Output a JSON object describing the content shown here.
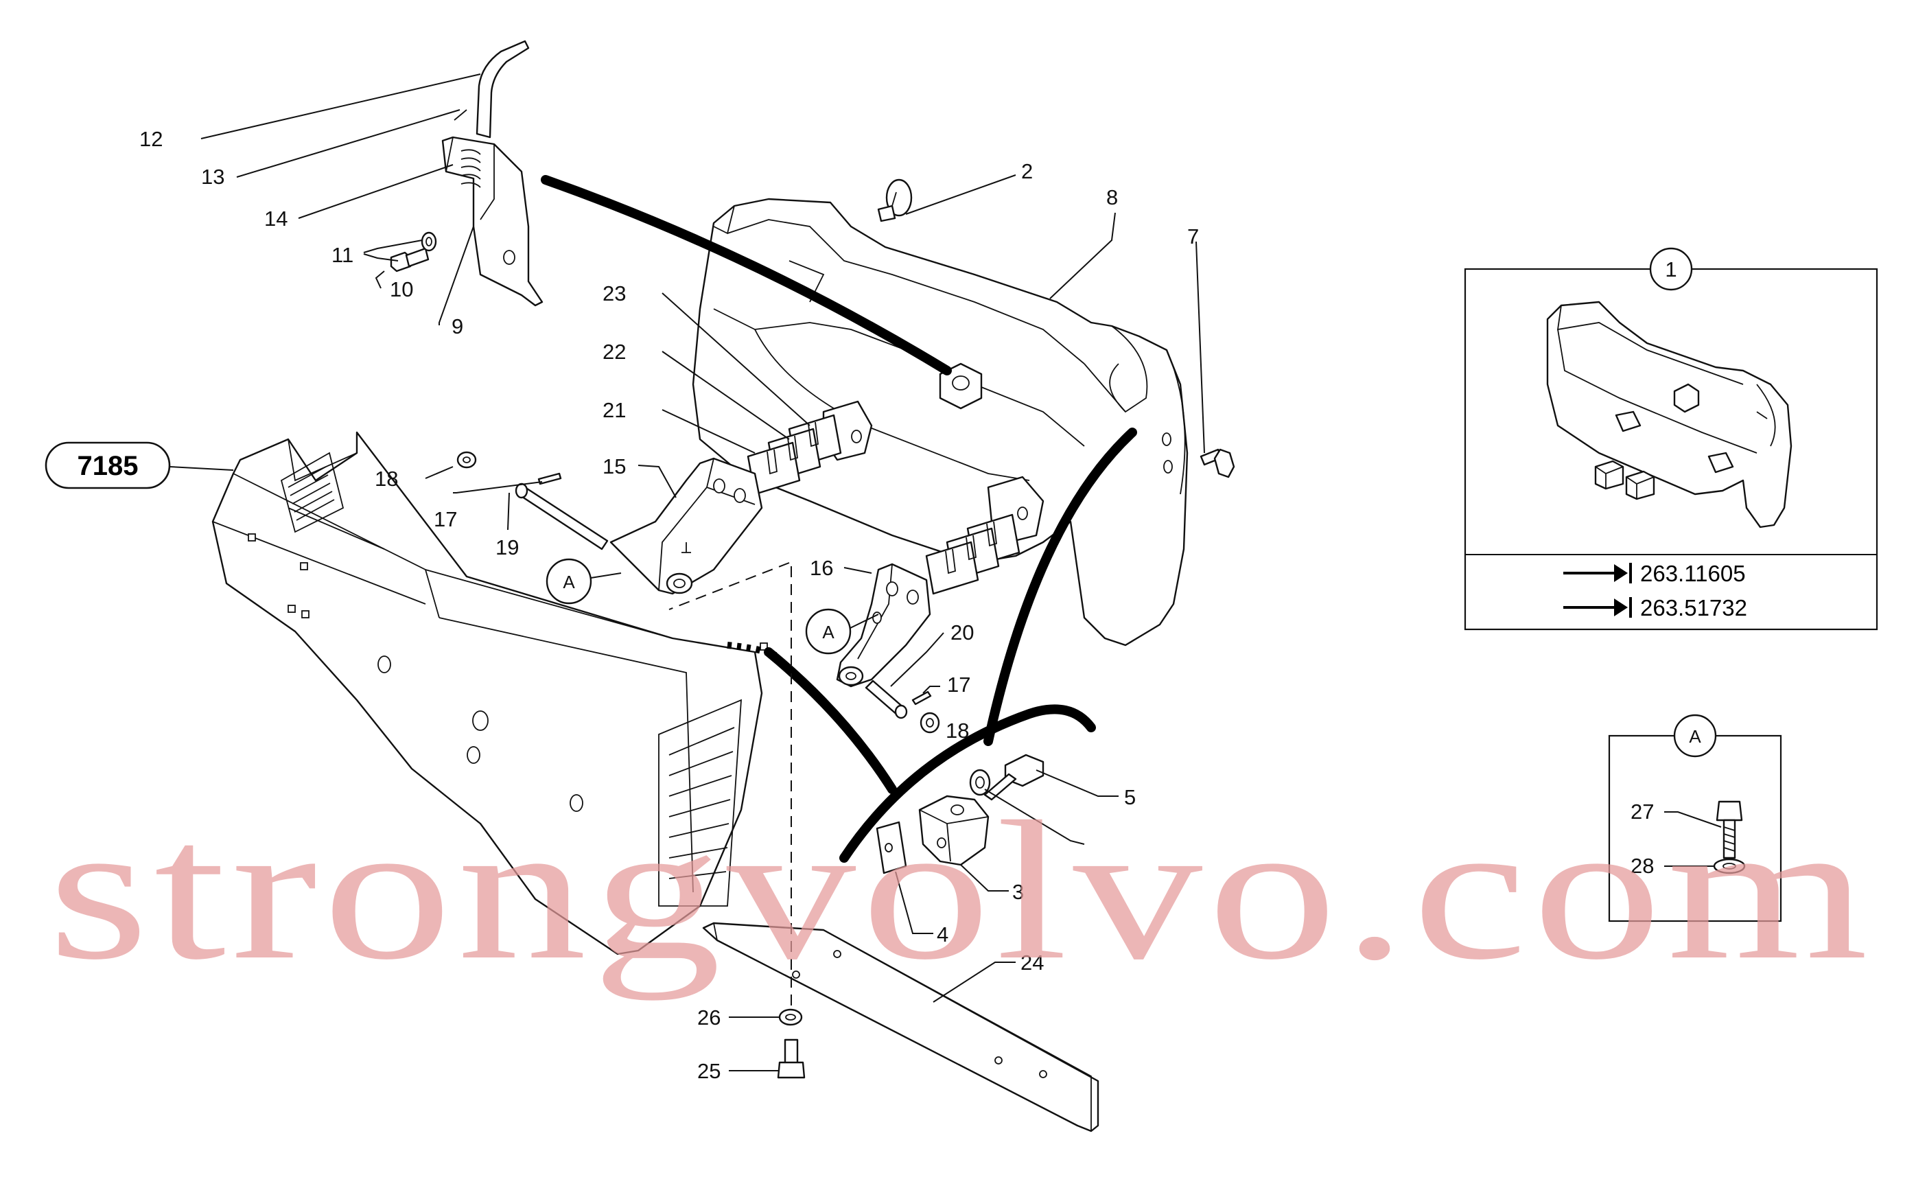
{
  "labels": {
    "n2": "2",
    "n3": "3",
    "n4": "4",
    "n5": "5",
    "n7": "7",
    "n8": "8",
    "n9": "9",
    "n10": "10",
    "n11": "11",
    "n12": "12",
    "n13": "13",
    "n14": "14",
    "n15": "15",
    "n16": "16",
    "n17a": "17",
    "n17b": "17",
    "n18a": "18",
    "n18b": "18",
    "n19": "19",
    "n20": "20",
    "n21": "21",
    "n22": "22",
    "n23": "23",
    "n24": "24",
    "n25": "25",
    "n26": "26",
    "n27": "27",
    "n28": "28"
  },
  "ref_markers": {
    "a1": "A",
    "a2": "A"
  },
  "group_callout": "7185",
  "inset_main": {
    "badge": "1",
    "part_numbers": [
      "263.11605",
      "263.51732"
    ]
  },
  "inset_a": {
    "badge": "A"
  },
  "watermark": "strongvolvo.com",
  "colors": {
    "watermark": "#e59a9a",
    "line": "#111111"
  }
}
